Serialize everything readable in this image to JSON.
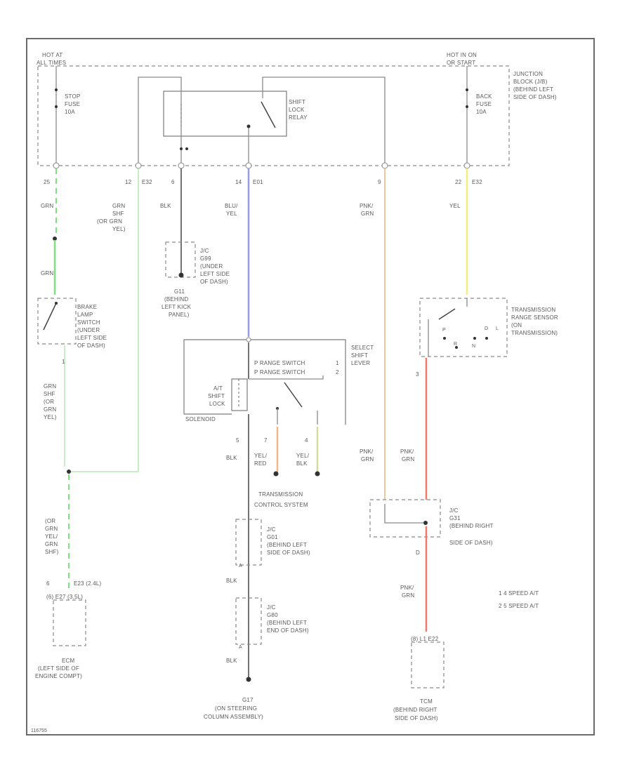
{
  "labels": {
    "hot_at_all_times_1": "HOT AT",
    "hot_at_all_times_2": "ALL TIMES",
    "hot_in_on_1": "HOT IN ON",
    "hot_in_on_2": "OR START",
    "stop_fuse_1": "STOP",
    "stop_fuse_2": "FUSE",
    "stop_fuse_3": "10A",
    "back_fuse_1": "BACK",
    "back_fuse_2": "FUSE",
    "back_fuse_3": "10A",
    "shift_lock_relay_1": "SHIFT",
    "shift_lock_relay_2": "LOCK",
    "shift_lock_relay_3": "RELAY",
    "junction_block_1": "JUNCTION",
    "junction_block_2": "BLOCK (J/B)",
    "junction_block_3": "(BEHIND LEFT",
    "junction_block_4": "SIDE OF DASH)",
    "pin_25": "25",
    "pin_12": "12",
    "conn_e32_a": "E32",
    "pin_6": "6",
    "pin_14": "14",
    "conn_e01": "E01",
    "pin_9": "9",
    "pin_22": "22",
    "conn_e32_b": "E32",
    "w_grn_1": "GRN",
    "w_grn_shf_1": "GRN",
    "w_grn_shf_2": "SHF",
    "w_grn_shf_3": "(OR GRN",
    "w_grn_shf_4": "YEL)",
    "w_blk_1": "BLK",
    "w_blu_1": "BLU/",
    "w_blu_2": "YEL",
    "w_pnk_1": "PNK/",
    "w_pnk_2": "GRN",
    "w_yel_1": "YEL",
    "w_grn_2": "GRN",
    "jc_gnd_1": "J/C",
    "jc_gnd_2": "G99",
    "jc_gnd_3": "(UNDER",
    "jc_gnd_4": "LEFT SIDE",
    "jc_gnd_5": "OF DASH)",
    "g11_1": "G11",
    "g11_2": "(BEHIND",
    "g11_3": "LEFT KICK",
    "g11_4": "PANEL)",
    "brake_1": "BRAKE",
    "brake_2": "LAMP",
    "brake_3": "SWITCH",
    "brake_4": "(UNDER",
    "brake_5": "LEFT SIDE",
    "brake_6": "OF DASH)",
    "pin_brake_1": "1",
    "trs_1": "TRANSMISSION",
    "trs_2": "RANGE SENSOR",
    "trs_3": "(ON",
    "trs_4": "TRANSMISSION)",
    "trs_pin": "P",
    "trs_r": "R",
    "trs_n": "N",
    "trs_d": "D",
    "trs_l": "L",
    "trs_3pin": "3",
    "prange_1": "P RANGE SWITCH",
    "prange_2": "P RANGE SWITCH",
    "prange_n1": "1",
    "prange_n2": "2",
    "select_1": "SELECT",
    "select_2": "SHIFT",
    "select_3": "LEVER",
    "at_shift_1": "A/T",
    "at_shift_2": "SHIFT",
    "at_shift_3": "LOCK",
    "at_shift_4": "SOLENOID",
    "pin_5": "5",
    "pin_7": "7",
    "pin_4": "4",
    "w_blk_2": "BLK",
    "w_yelred_1": "YEL/",
    "w_yelred_2": "RED",
    "w_yelblk_1": "YEL/",
    "w_yelblk_2": "BLK",
    "tcs_1": "TRANSMISSION",
    "tcs_2": "CONTROL SYSTEM",
    "w_grn_shf_b1": "GRN",
    "w_grn_shf_b2": "SHF",
    "w_grn_shf_b3": "(OR",
    "w_grn_shf_b4": "GRN",
    "w_grn_shf_b5": "YEL)",
    "w_or_1": "(OR",
    "w_or_2": "GRN",
    "w_or_3": "YEL/",
    "w_or_4": "GRN",
    "w_or_5": "SHF)",
    "pin_6b": "6",
    "conn_e23": "E23 (2.4L)",
    "conn_e27": "(6) E27 (3.5L)",
    "ecm_1": "ECM",
    "ecm_2": "(LEFT SIDE OF",
    "ecm_3": "ENGINE COMPT)",
    "jc_g01_1": "J/C",
    "jc_g01_2": "G01",
    "jc_g01_3": "(BEHIND LEFT",
    "jc_g01_4": "SIDE OF DASH)",
    "w_blk_3": "BLK",
    "jc_g80_1": "J/C",
    "jc_g80_2": "G80",
    "jc_g80_3": "(BEHIND LEFT",
    "jc_g80_4": "END OF DASH)",
    "w_blk_4": "BLK",
    "pin_a1": "A",
    "pin_a2": "A",
    "g17_1": "G17",
    "g17_2": "(ON STEERING",
    "g17_3": "COLUMN ASSEMBLY)",
    "w_pnk_3": "PNK/",
    "w_pnk_4": "GRN",
    "w_pnk_5": "PNK/",
    "w_pnk_6": "GRN",
    "jc_g31_1": "J/C",
    "jc_g31_2": "G31",
    "jc_g31_3": "(BEHIND RIGHT",
    "jc_g31_4": "SIDE OF DASH)",
    "pin_d": "D",
    "w_pnk_7": "PNK/",
    "w_pnk_8": "GRN",
    "tcm_conn": "(8) L1 E22",
    "tcm_1": "TCM",
    "tcm_2": "(BEHIND RIGHT",
    "tcm_3": "SIDE OF DASH)",
    "note_1": "1  4 SPEED A/T",
    "note_2": "2  5 SPEED A/T",
    "fig_id": "116755"
  },
  "colors": {
    "green_wire": "#7fe07f",
    "blue_wire": "#9a9af0",
    "pink_wire": "#e8c9a0",
    "yellow_wire": "#f0f07a",
    "red_wire": "#f07a6a",
    "orange_wire": "#f0b88a",
    "yel_blk_wire": "#d8d8a0"
  }
}
